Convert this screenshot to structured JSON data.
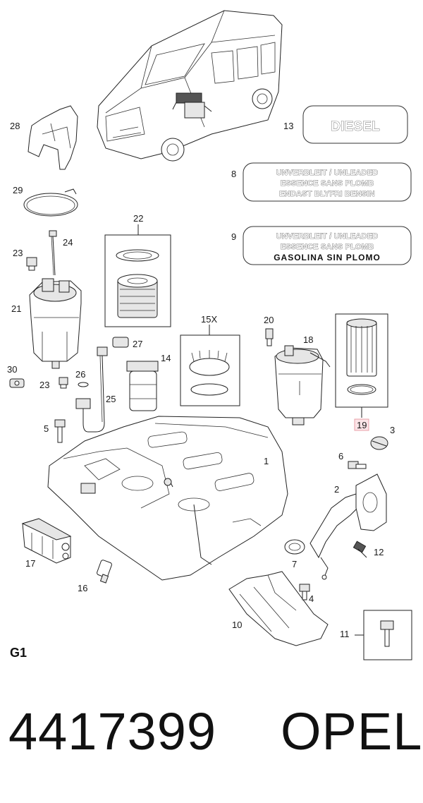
{
  "section_code": "G1",
  "part_number": "4417399",
  "brand": "OPEL",
  "labels": {
    "diesel": "DIESEL",
    "label8": [
      "UNVERBLEIT / UNLEADED",
      "ESSENCE SANS PLOMB",
      "ENDAST BLYFRI BENSIN"
    ],
    "label9": [
      "UNVERBLEIT / UNLEADED",
      "ESSENCE SANS PLOMB",
      "GASOLINA SIN PLOMO"
    ]
  },
  "callouts": {
    "c1": "1",
    "c2": "2",
    "c3": "3",
    "c4": "4",
    "c5": "5",
    "c6": "6",
    "c7": "7",
    "c8": "8",
    "c9": "9",
    "c10": "10",
    "c11": "11",
    "c12": "12",
    "c13": "13",
    "c14": "14",
    "c15": "15X",
    "c16": "16",
    "c17": "17",
    "c18": "18",
    "c19": "19",
    "c20": "20",
    "c21": "21",
    "c22": "22",
    "c23a": "23",
    "c23b": "23",
    "c24": "24",
    "c25": "25",
    "c26": "26",
    "c27": "27",
    "c28": "28",
    "c29": "29",
    "c30": "30"
  },
  "highlight_color": "#e8a0a8"
}
